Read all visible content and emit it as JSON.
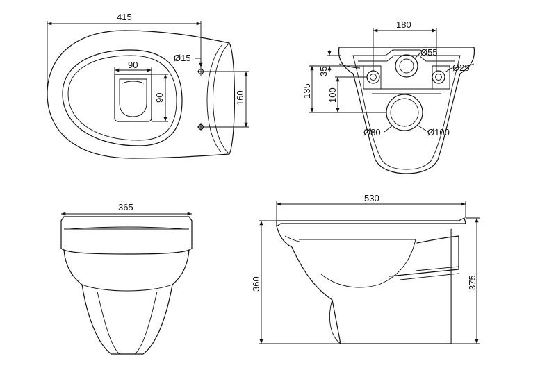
{
  "views": {
    "top": {
      "width": "415",
      "hole_diameter": "Ø15",
      "outlet_width": "90",
      "outlet_height": "90",
      "hole_spacing": "160"
    },
    "back": {
      "bolt_spacing": "180",
      "upper_pipe": "Ø55",
      "bolt_hole": "Ø25",
      "dim_35": "35",
      "dim_135": "135",
      "dim_100": "100",
      "outlet_inner": "Ø80",
      "outlet_outer": "Ø100"
    },
    "front": {
      "width": "365"
    },
    "side": {
      "length": "530",
      "height_front": "360",
      "height_back": "375"
    }
  }
}
